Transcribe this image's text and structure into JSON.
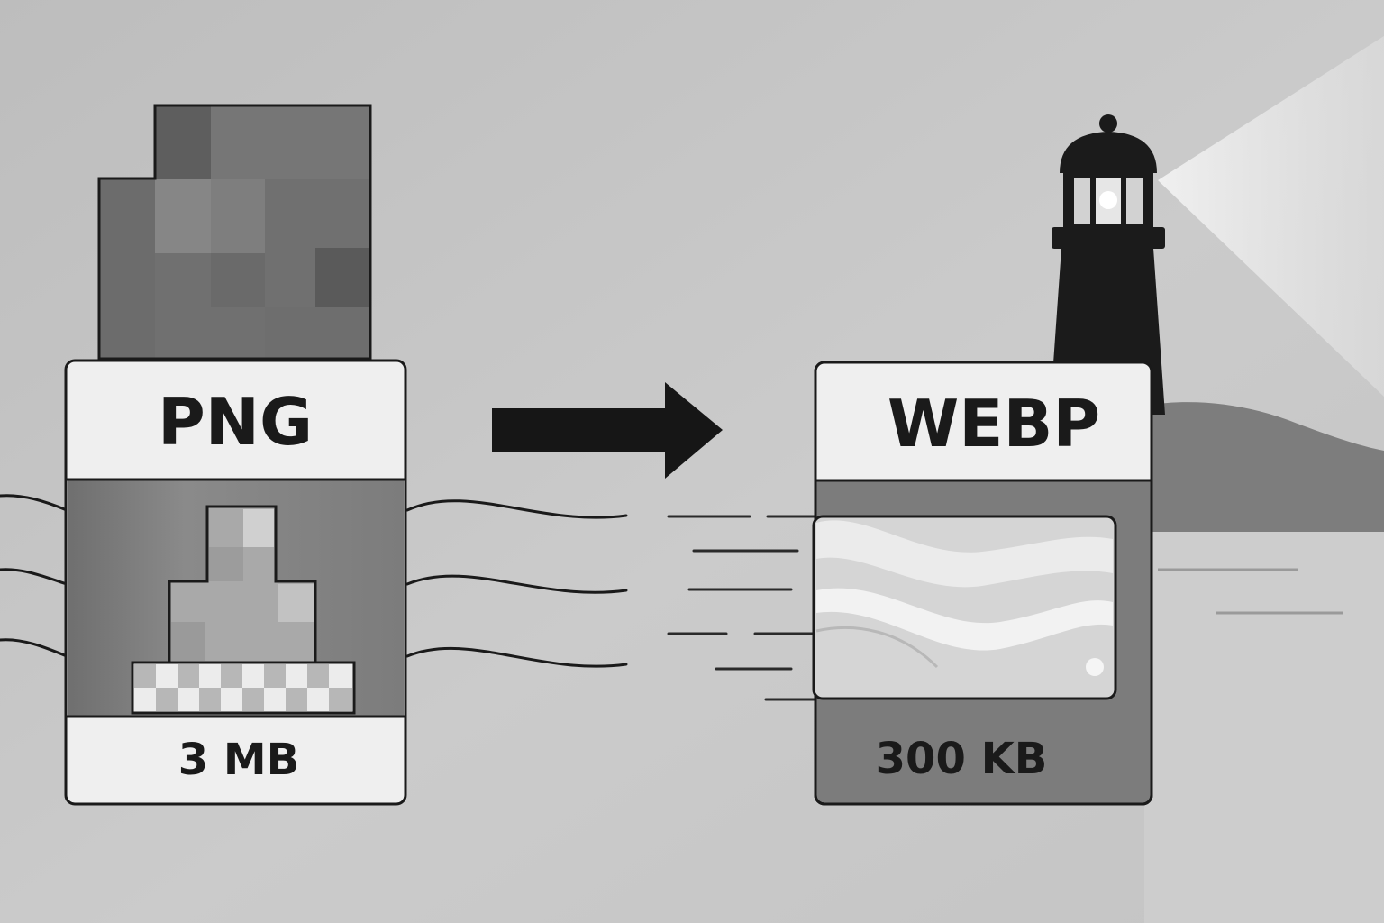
{
  "source": {
    "format_label": "PNG",
    "size_label": "3 MB"
  },
  "target": {
    "format_label": "WEBP",
    "size_label": "300 KB"
  },
  "icons": {
    "source_image": "pixelated-image-icon",
    "transparency": "checkerboard-icon",
    "conversion": "arrow-right-icon",
    "lighthouse": "lighthouse-icon"
  },
  "colors": {
    "background": "#c8c8c8",
    "ink": "#1a1a1a",
    "card_fill": "#efefef",
    "dark_panel": "#7a7a7a"
  }
}
